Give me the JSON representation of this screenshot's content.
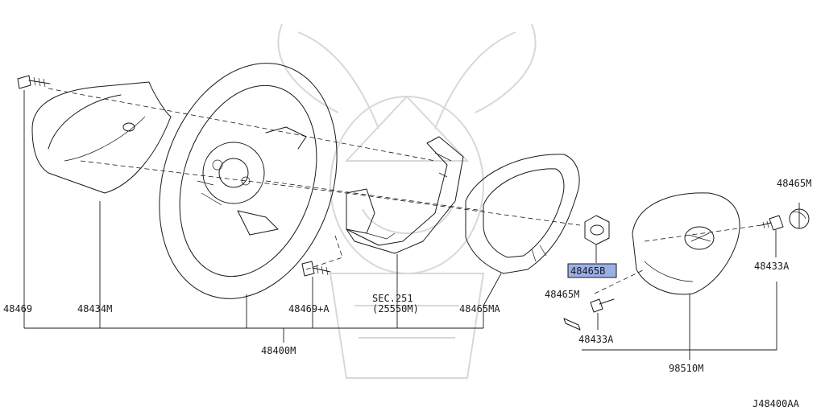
{
  "diagram_id": "J48400AA",
  "labels": {
    "p48469": "48469",
    "p48434M": "48434M",
    "p48400M": "48400M",
    "p48469A": "48469+A",
    "sec251": "SEC.251",
    "sec251_part": "(25550M)",
    "p48465MA": "48465MA",
    "p48465M_clip": "48465M",
    "p48465B": "48465B",
    "p48433A_lower": "48433A",
    "p98510M": "98510M",
    "p48465M_cap": "48465M",
    "p48433A_right": "48433A"
  },
  "highlight_color": "#9ab0e6"
}
